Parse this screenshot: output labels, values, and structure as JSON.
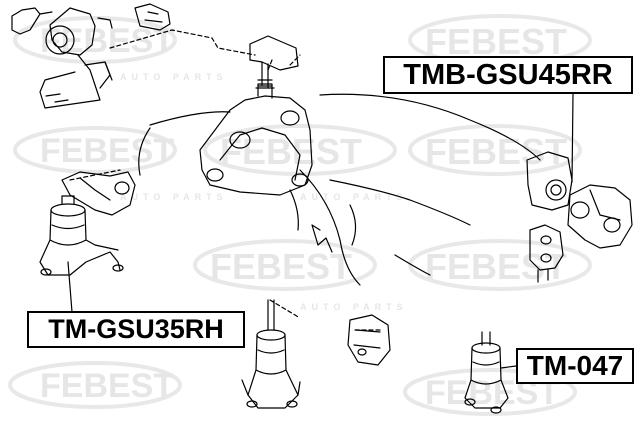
{
  "labels": {
    "rear_mount": "TMB-GSU45RR",
    "right_mount": "TM-GSU35RH",
    "front_mount": "TM-047"
  },
  "watermark": {
    "brand": "FEBEST",
    "tagline": "AUTO PARTS"
  },
  "colors": {
    "line": "#000000",
    "watermark": "#e6e6e6",
    "background": "#ffffff"
  }
}
